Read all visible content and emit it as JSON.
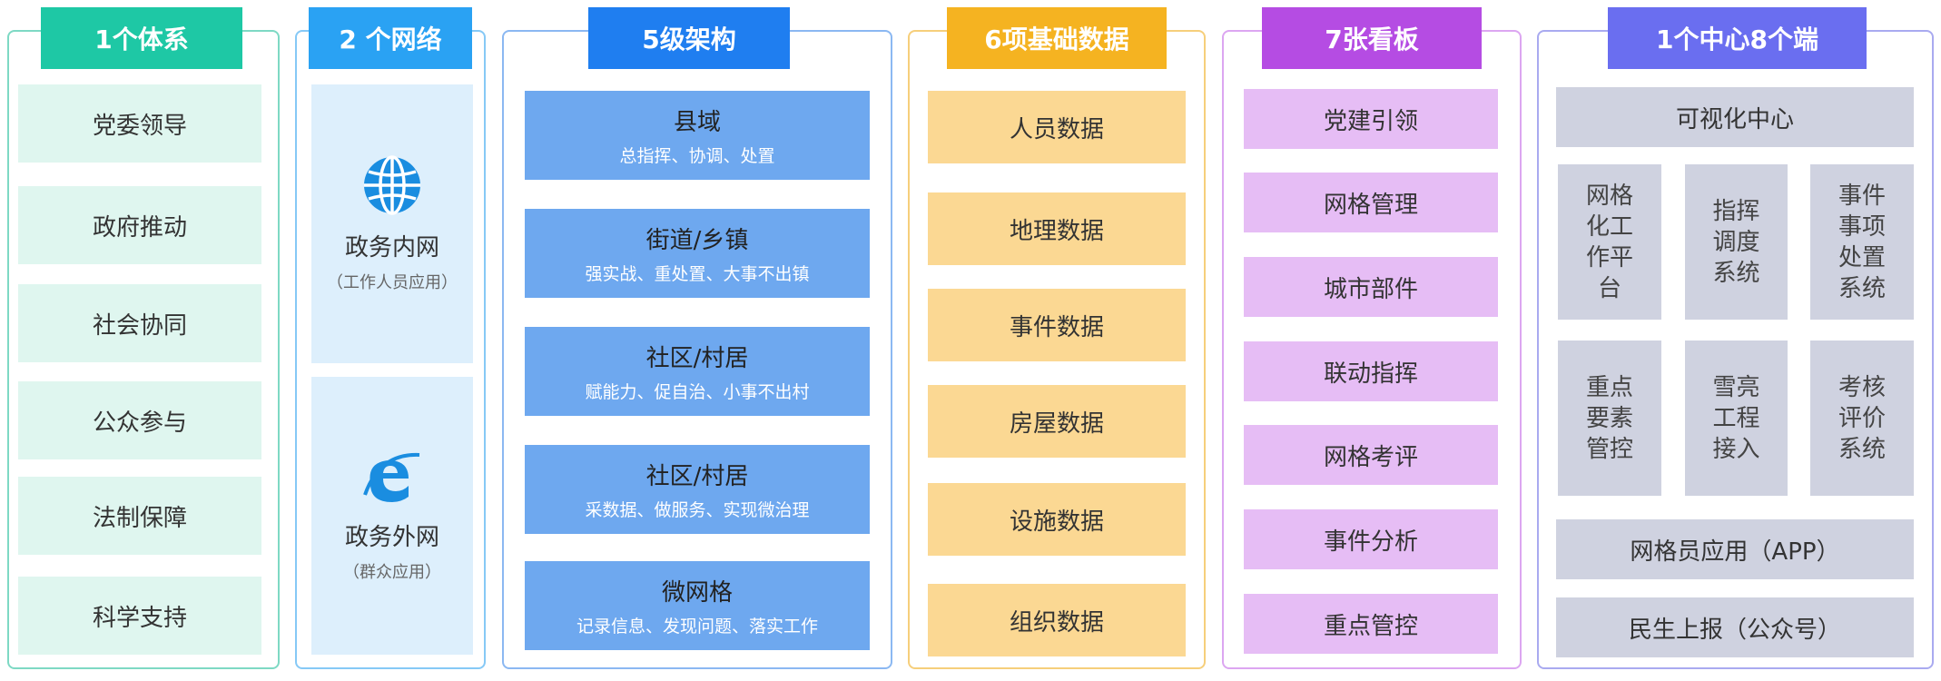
{
  "panel1": {
    "title": "1个体系",
    "items": [
      "党委领导",
      "政府推动",
      "社会协同",
      "公众参与",
      "法制保障",
      "科学支持"
    ]
  },
  "panel2": {
    "title": "2 个网络",
    "nets": [
      {
        "name": "政务内网",
        "sub": "（工作人员应用）",
        "icon": "globe-icon"
      },
      {
        "name": "政务外网",
        "sub": "（群众应用）",
        "icon": "ie-browser-icon"
      }
    ]
  },
  "panel3": {
    "title": "5级架构",
    "levels": [
      {
        "name": "县域",
        "desc": "总指挥、协调、处置"
      },
      {
        "name": "街道/乡镇",
        "desc": "强实战、重处置、大事不出镇"
      },
      {
        "name": "社区/村居",
        "desc": "赋能力、促自治、小事不出村"
      },
      {
        "name": "社区/村居",
        "desc": "采数据、做服务、实现微治理"
      },
      {
        "name": "微网格",
        "desc": "记录信息、发现问题、落实工作"
      }
    ]
  },
  "panel4": {
    "title": "6项基础数据",
    "items": [
      "人员数据",
      "地理数据",
      "事件数据",
      "房屋数据",
      "设施数据",
      "组织数据"
    ]
  },
  "panel5": {
    "title": "7张看板",
    "items": [
      "党建引领",
      "网格管理",
      "城市部件",
      "联动指挥",
      "网格考评",
      "事件分析",
      "重点管控"
    ]
  },
  "panel6": {
    "title": "1个中心8个端",
    "center": "可视化中心",
    "grid": [
      "网格化工作平台",
      "指挥调度系统",
      "事件事项处置系统",
      "重点要素管控",
      "雪亮工程接入",
      "考核评价系统"
    ],
    "app": "网格员应用（APP）",
    "wechat": "民生上报（公众号）"
  },
  "colors": {
    "teal": "#1ec8a5",
    "blue": "#2aa2f3",
    "royal": "#1f7ef0",
    "orange": "#f5b321",
    "purple": "#b54ce3",
    "indigo": "#6a6ef0"
  }
}
